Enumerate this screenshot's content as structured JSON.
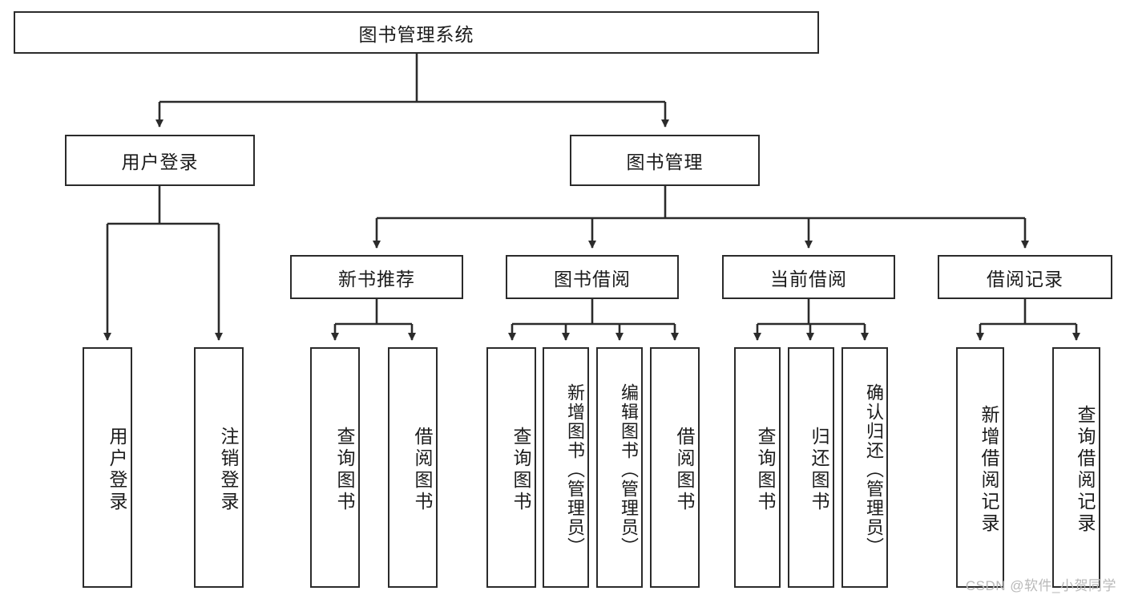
{
  "diagram": {
    "title": "图书管理系统",
    "type": "hierarchy-tree",
    "watermark": "CSDN @软件_小贺同学",
    "colors": {
      "stroke": "#2b2b2b",
      "fill": "#ffffff",
      "text": "#1b1b1b",
      "watermark": "#b9b9b9"
    },
    "levels": {
      "root": {
        "label": "图书管理系统"
      },
      "level2": [
        {
          "id": "user-login",
          "label": "用户登录"
        },
        {
          "id": "book-manage",
          "label": "图书管理"
        }
      ],
      "level3": [
        {
          "id": "new-book-recommend",
          "label": "新书推荐"
        },
        {
          "id": "book-borrow",
          "label": "图书借阅"
        },
        {
          "id": "current-borrow",
          "label": "当前借阅"
        },
        {
          "id": "borrow-record",
          "label": "借阅记录"
        }
      ],
      "leaves": {
        "user-login": [
          {
            "id": "leaf-user-login",
            "label": "用户登录"
          },
          {
            "id": "leaf-user-logout",
            "label": "注销登录"
          }
        ],
        "new-book-recommend": [
          {
            "id": "leaf-query-book-1",
            "label": "查询图书"
          },
          {
            "id": "leaf-borrow-book-1",
            "label": "借阅图书"
          }
        ],
        "book-borrow": [
          {
            "id": "leaf-query-book-2",
            "label": "查询图书"
          },
          {
            "id": "leaf-add-book",
            "label": "新增图书（管理员）"
          },
          {
            "id": "leaf-edit-book",
            "label": "编辑图书（管理员）"
          },
          {
            "id": "leaf-borrow-book-2",
            "label": "借阅图书"
          }
        ],
        "current-borrow": [
          {
            "id": "leaf-query-book-3",
            "label": "查询图书"
          },
          {
            "id": "leaf-return-book",
            "label": "归还图书"
          },
          {
            "id": "leaf-confirm-return",
            "label": "确认归还（管理员）"
          }
        ],
        "borrow-record": [
          {
            "id": "leaf-add-record",
            "label": "新增借阅记录"
          },
          {
            "id": "leaf-query-record",
            "label": "查询借阅记录"
          }
        ]
      }
    }
  }
}
